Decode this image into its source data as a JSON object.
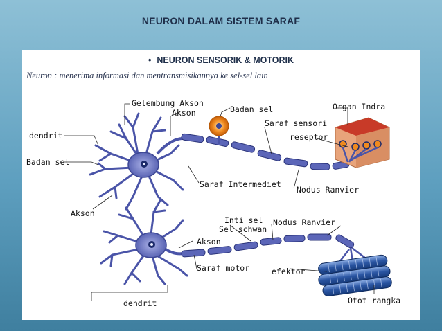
{
  "slide": {
    "title": "NEURON DALAM SISTEM SARAF",
    "bullet": "NEURON SENSORIK & MOTORIK",
    "subtitle": "Neuron : menerima informasi dan mentransmisikannya ke sel-sel lain"
  },
  "diagram": {
    "sensory": {
      "gelembung_akson": "Gelembung Akson",
      "akson_top": "Akson",
      "badan_sel_top": "Badan sel",
      "organ_indra": "Organ Indra",
      "saraf_sensori": "Saraf sensori",
      "reseptor": "reseptor",
      "dendrit": "dendrit",
      "badan_sel_left": "Badan sel",
      "saraf_intermediet": "Saraf Intermediet",
      "nodus_ranvier": "Nodus Ranvier",
      "akson_left": "Akson"
    },
    "motor": {
      "inti_sel": "Inti sel",
      "sel_schwan": "Sel schwan",
      "nodus_ranvier": "Nodus Ranvier",
      "akson": "Akson",
      "saraf_motor": "Saraf motor",
      "efektor": "efektor",
      "dendrit": "dendrit",
      "otot_rangka": "Otot rangka"
    }
  },
  "colors": {
    "neuron_fill": "#6e78c4",
    "neuron_dark": "#3d4794",
    "nucleus": "#1c2a6b",
    "organ_skin": "#e6a177",
    "organ_top": "#c23a2a",
    "cell_body_glow": "#f08a1e",
    "muscle": "#2b56a3"
  }
}
